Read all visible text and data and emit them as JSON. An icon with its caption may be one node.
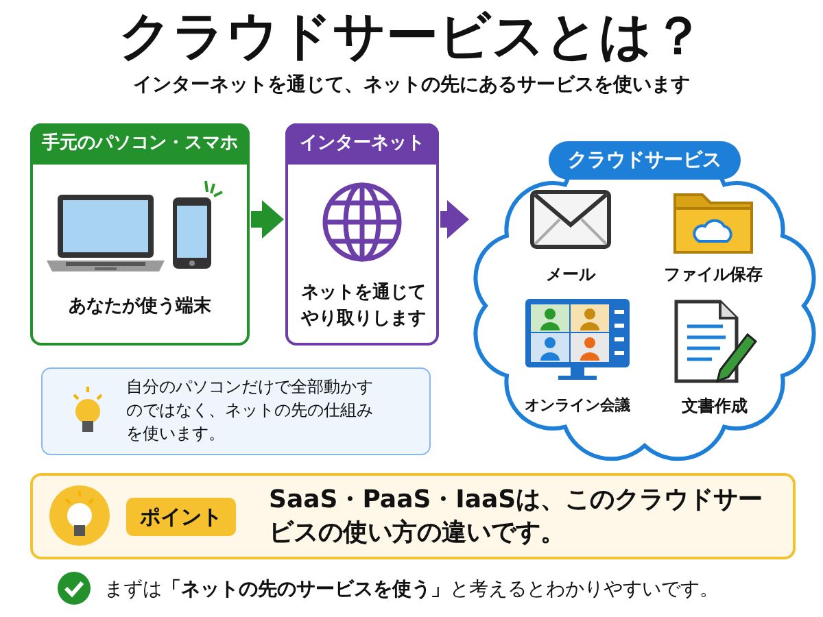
{
  "diagram": {
    "title": "クラウドサービスとは？",
    "nodes": [
      {
        "text": [
          "手元のパソコン・スマホ",
          "あなたが使う端末"
        ]
      },
      {
        "text": [
          "インターネット",
          "ネットを通じてやり取りします"
        ]
      },
      {
        "text": [
          "クラウドサービス"
        ]
      },
      {
        "text": [
          "メール"
        ],
        "in": 2
      },
      {
        "text": [
          "ファイル保存"
        ],
        "in": 2
      },
      {
        "text": [
          "オンライン会議"
        ],
        "in": 2
      },
      {
        "text": [
          "文書作成"
        ],
        "in": 2
      },
      {
        "text": [
          "自分のパソコンだけで全部動かすのではなく、ネットの先の仕組みを使います。"
        ]
      },
      {
        "text": [
          "ポイント",
          "SaaS・PaaS・IaaSは、このクラウドサービスの使い方の違いです。"
        ]
      }
    ],
    "edges": [
      {
        "from": 0,
        "to": 1,
        "arrow": "to",
        "color": "#23922c"
      },
      {
        "from": 1,
        "to": 2,
        "arrow": "to",
        "color": "#6c3fa8"
      }
    ],
    "labels": [
      "インターネットを通じて、ネットの先にあるサービスを使います",
      "まずは**「ネットの先のサービスを使う」**と考えるとわかりやすいです。"
    ]
  }
}
